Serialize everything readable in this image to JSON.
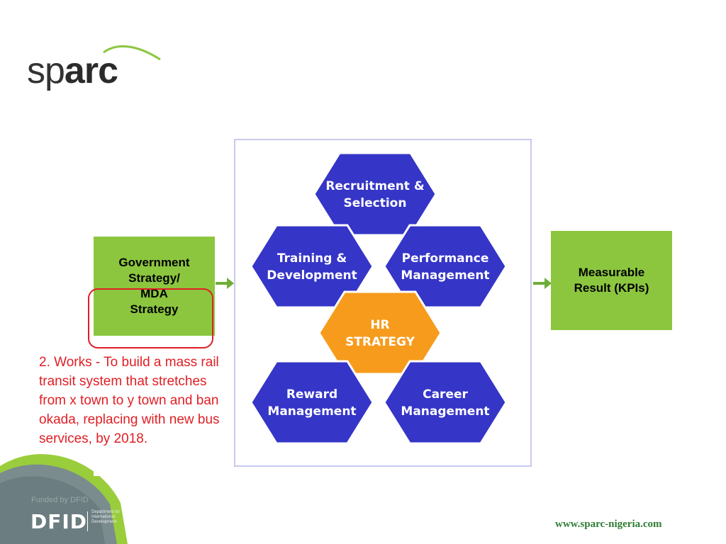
{
  "logo": {
    "text_light": "sp",
    "text_bold": "arc",
    "swoosh_color": "#8cc63f"
  },
  "left_box": {
    "lines": [
      "Government",
      "Strategy/",
      "MDA",
      "Strategy"
    ],
    "color": "#8cc63f"
  },
  "right_box": {
    "lines": [
      "Measurable",
      "Result (KPIs)"
    ],
    "color": "#8cc63f"
  },
  "diagram": {
    "hex_blue": "#3535c8",
    "hex_orange": "#f79b1c",
    "arrow_color": "#6fad3a",
    "hexagons": [
      {
        "id": "recruitment",
        "lines": [
          "Recruitment &",
          "Selection"
        ]
      },
      {
        "id": "training",
        "lines": [
          "Training &",
          "Development"
        ]
      },
      {
        "id": "performance",
        "lines": [
          "Performance",
          "Management"
        ]
      },
      {
        "id": "hr-strategy",
        "lines": [
          "HR",
          "STRATEGY"
        ]
      },
      {
        "id": "reward",
        "lines": [
          "Reward",
          "Management"
        ]
      },
      {
        "id": "career",
        "lines": [
          "Career",
          "Management"
        ]
      }
    ]
  },
  "note": {
    "text": "2. Works - To build a mass rail transit system that stretches from x town to y town and ban okada, replacing with new bus services, by 2018.",
    "color": "#e01e24"
  },
  "footer": {
    "funded_by": "Funded by DFID",
    "dfid": "DFID",
    "dfid_sub": [
      "Department for",
      "International",
      "Development"
    ],
    "url": "www.sparc-nigeria.com"
  }
}
